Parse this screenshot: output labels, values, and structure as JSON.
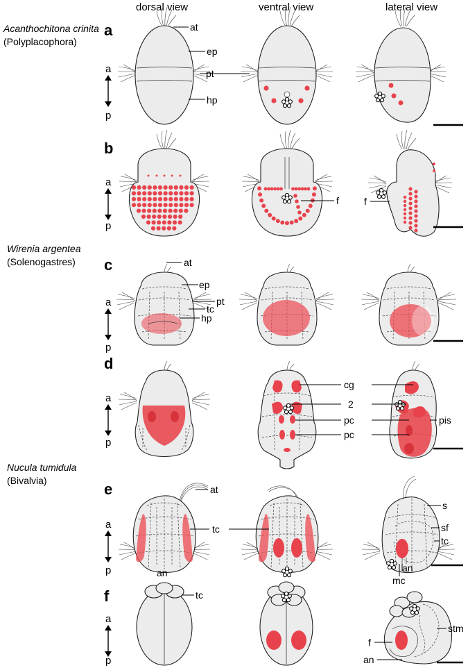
{
  "headers": {
    "dorsal": "dorsal view",
    "ventral": "ventral view",
    "lateral": "lateral view"
  },
  "species": [
    {
      "name": "Acanthochitona crinita",
      "group": "(Polyplacophora)"
    },
    {
      "name": "Wirenia argentea",
      "group": "(Solenogastres)"
    },
    {
      "name": "Nucula tumidula",
      "group": "(Bivalvia)"
    }
  ],
  "panels": [
    "a",
    "b",
    "c",
    "d",
    "e",
    "f"
  ],
  "axis": {
    "anterior": "a",
    "posterior": "p"
  },
  "labels": {
    "a_at": "at",
    "a_ep": "ep",
    "a_pt": "pt",
    "a_hp": "hp",
    "b_f": "f",
    "b_f2": "f",
    "c_at": "at",
    "c_ep": "ep",
    "c_pt": "pt",
    "c_tc": "tc",
    "c_hp": "hp",
    "d_cg": "cg",
    "d_2": "2",
    "d_pc1": "pc",
    "d_pc2": "pc",
    "d_pis": "pis",
    "e_at": "at",
    "e_tc": "tc",
    "e_an": "an",
    "e_s": "s",
    "e_sf": "sf",
    "e_tc2": "tc",
    "e_an2": "an",
    "e_mc": "mc",
    "f_tc": "tc",
    "f_stm": "stm",
    "f_f": "f",
    "f_an": "an"
  },
  "colors": {
    "signal": "#e8434d",
    "body": "#ececec",
    "outline": "#222222"
  }
}
